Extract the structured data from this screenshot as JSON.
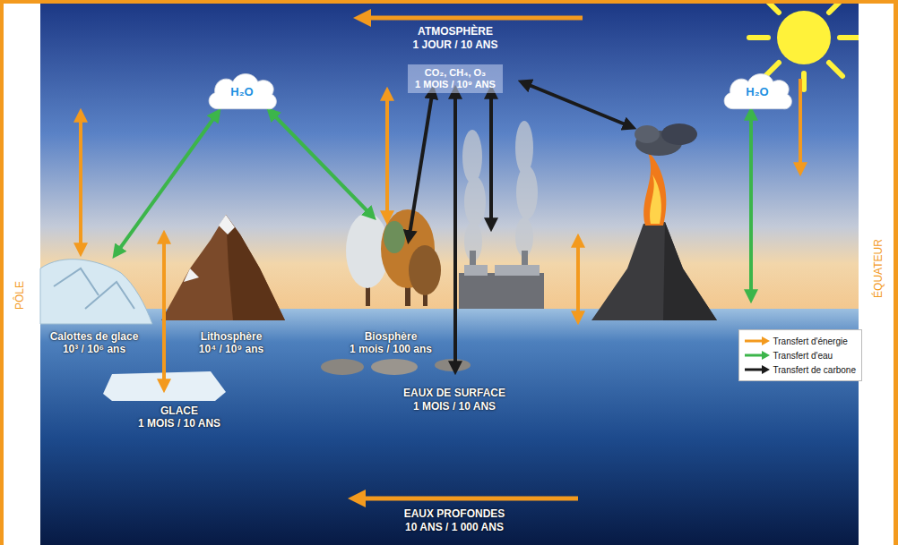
{
  "diagram": {
    "nodes": [
      {
        "text": [
          "H₂O"
        ]
      },
      {
        "text": [
          "CO₂, CH₄, O₃",
          "1 MOIS / 10⁹ ANS"
        ]
      },
      {
        "text": [
          "H₂O"
        ]
      }
    ],
    "labels": [
      "PÔLE",
      "ÉQUATEUR",
      "ATMOSPHÈRE",
      "1 JOUR / 10 ANS",
      "Calottes de glace",
      "10³ / 10⁶ ans",
      "Lithosphère",
      "10⁴ / 10⁹ ans",
      "Biosphère",
      "1 mois / 100 ans",
      "GLACE",
      "1 MOIS / 10 ANS",
      "EAUX DE SURFACE",
      "1 MOIS / 10 ANS",
      "EAUX PROFONDES",
      "10 ANS / 1 000 ANS"
    ],
    "legend": [
      {
        "text": "Transfert d'énergie",
        "color": "#f39a1e"
      },
      {
        "text": "Transfert d'eau",
        "color": "#3cb54a"
      },
      {
        "text": "Transfert de carbone",
        "color": "#1a1a1a"
      }
    ]
  }
}
